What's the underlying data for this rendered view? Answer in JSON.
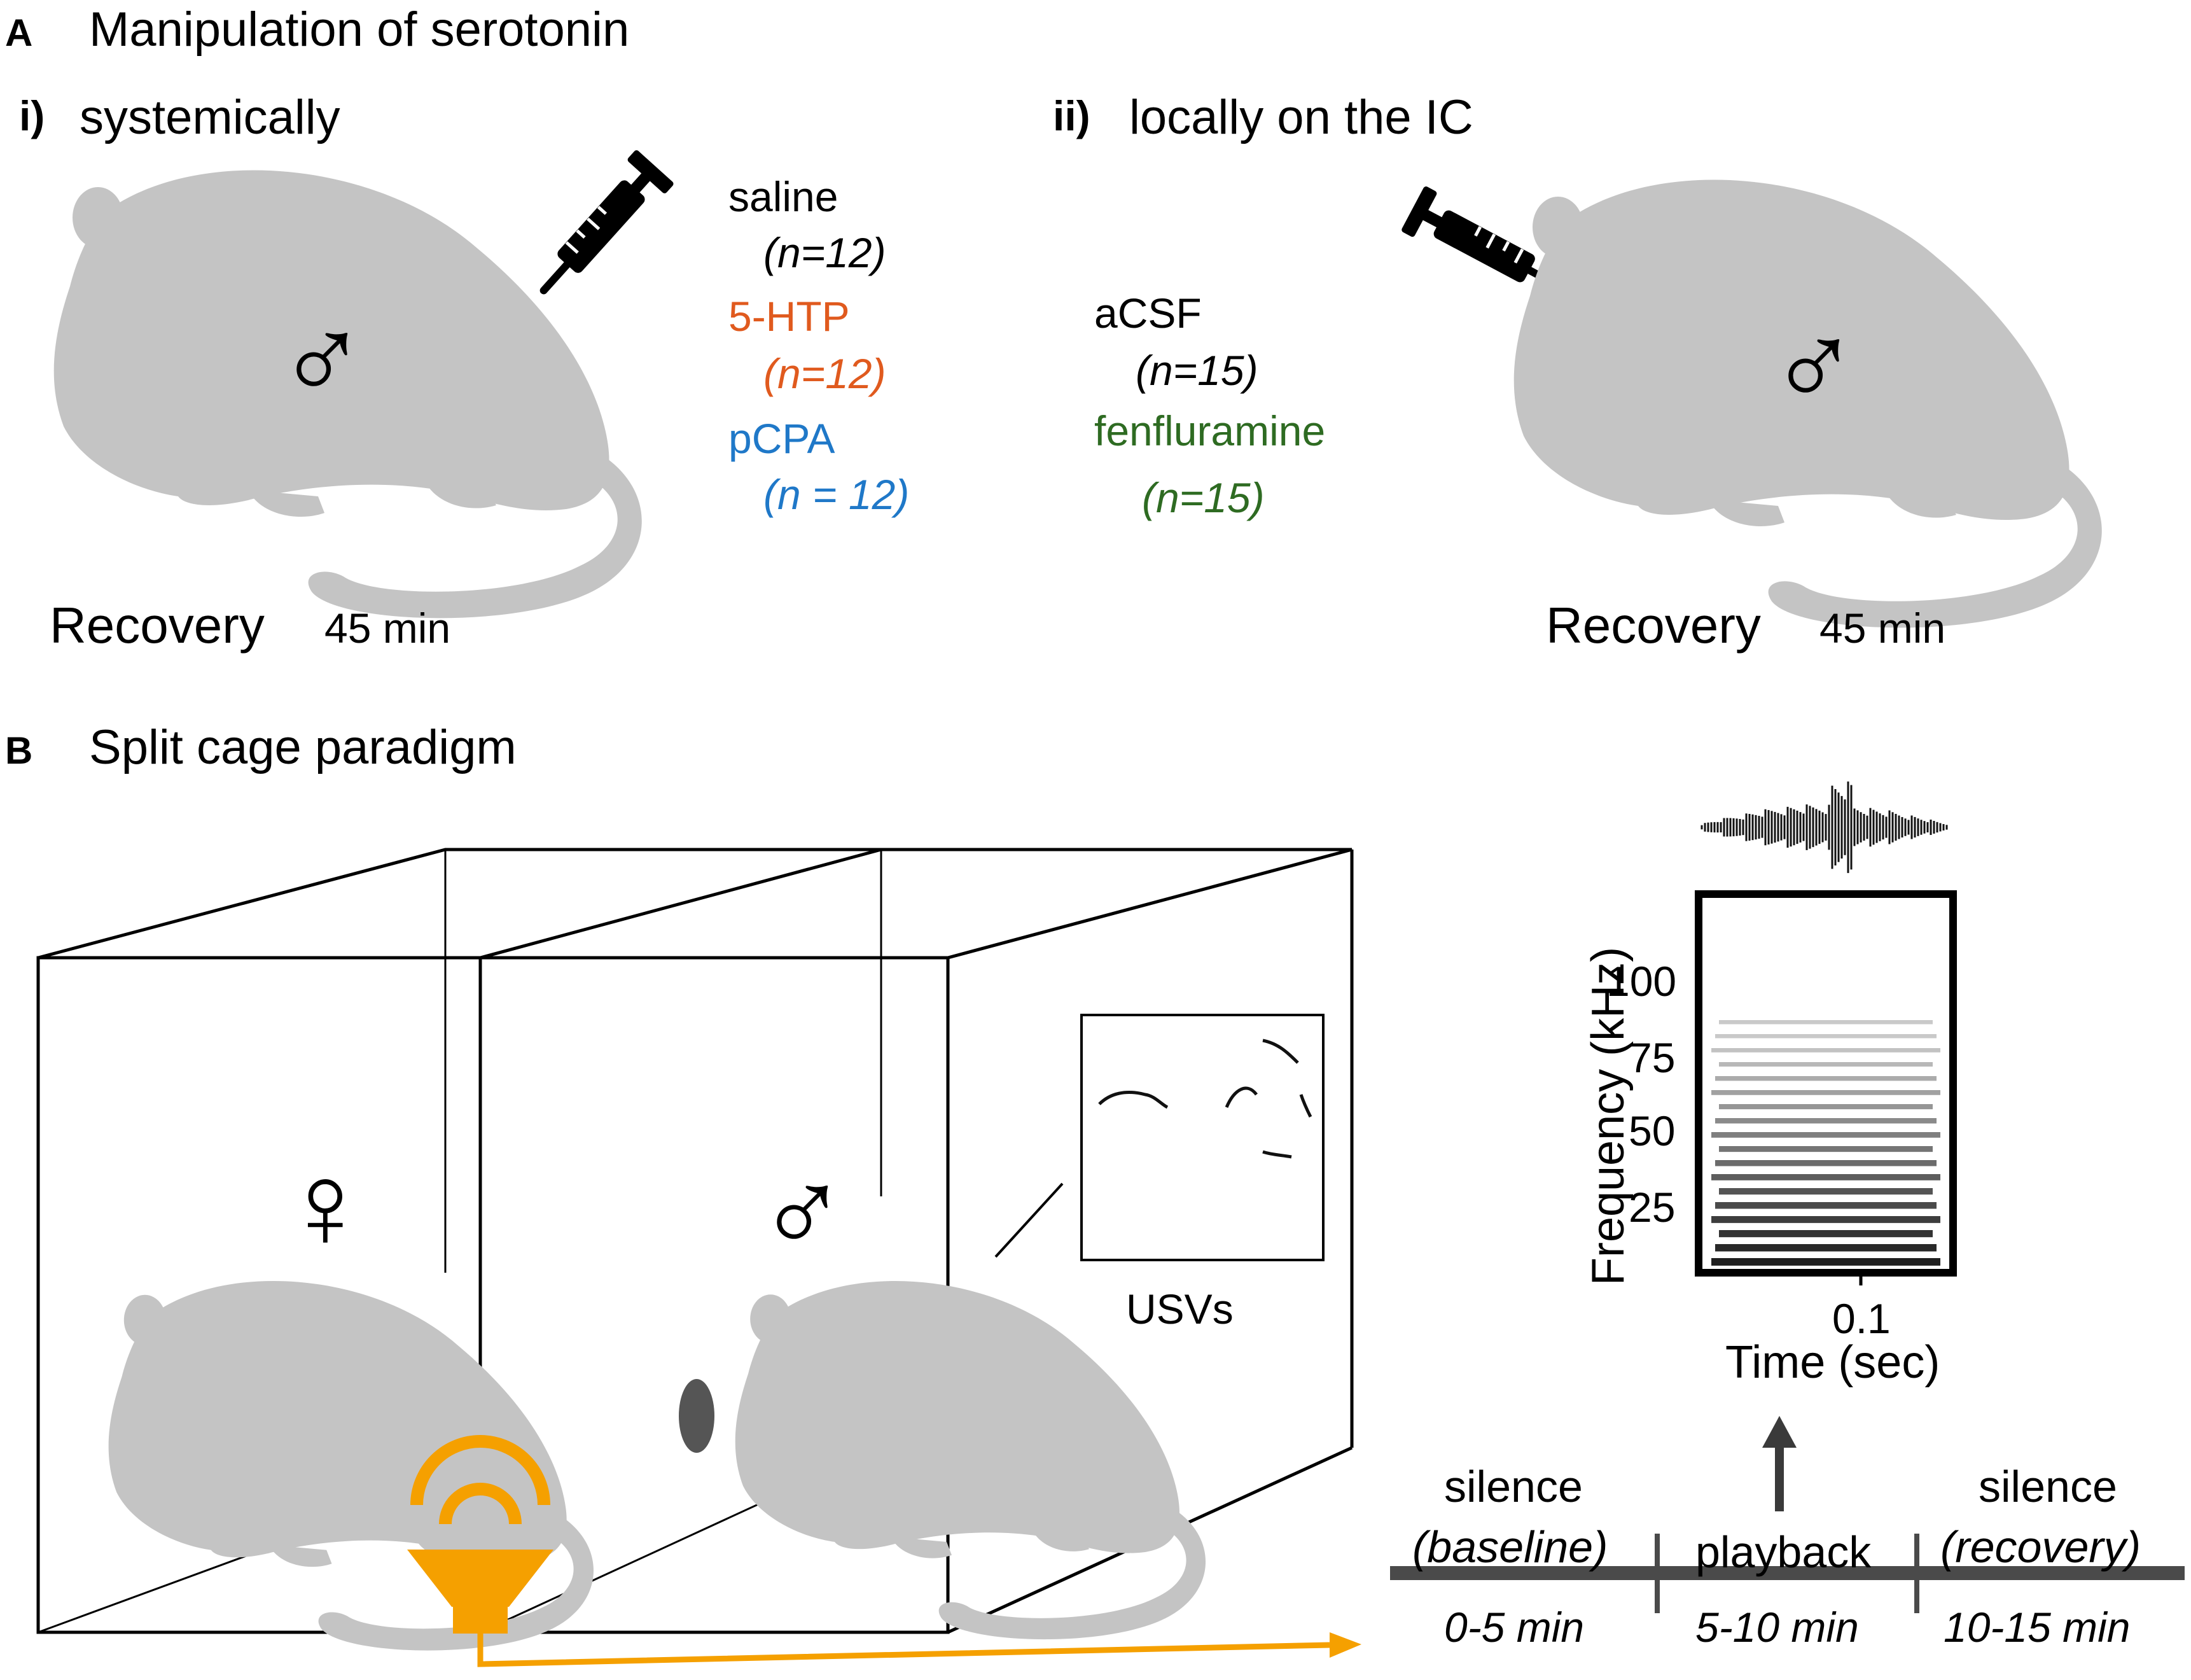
{
  "colors": {
    "mouse": "#c4c4c4",
    "black": "#000000",
    "hTP": "#e05a1e",
    "pCPA": "#1f78c8",
    "fenfluramine": "#2e6b22",
    "speaker": "#f5a000",
    "timeline": "#4a4a4a"
  },
  "panelA": {
    "letter": "A",
    "title": "Manipulation of serotonin",
    "sub_i": {
      "num": "i)",
      "text": "systemically"
    },
    "sub_ii": {
      "num": "ii)",
      "text": "locally on the IC"
    },
    "groups_i": [
      {
        "name": "saline",
        "n": "(n=12)"
      },
      {
        "name": "5-HTP",
        "n": "(n=12)"
      },
      {
        "name": "pCPA",
        "n": "(n = 12)"
      }
    ],
    "groups_ii": [
      {
        "name": "aCSF",
        "n": "(n=15)"
      },
      {
        "name": "fenfluramine",
        "n": "(n=15)"
      }
    ],
    "recovery_left": {
      "label": "Recovery",
      "time": "45 min"
    },
    "recovery_right": {
      "label": "Recovery",
      "time": "45 min"
    },
    "male_symbol": "♂",
    "icons": [
      "syringe-icon",
      "mouse-silhouette",
      "male-symbol-icon"
    ]
  },
  "panelB": {
    "letter": "B",
    "title": "Split cage paradigm",
    "female_symbol": "♀",
    "male_symbol": "♂",
    "usv_label": "USVs",
    "spectrogram": {
      "ylabel": "Frequency  (kHz)",
      "yticks": [
        "100",
        "75",
        "50",
        "25"
      ],
      "xtick": "0.1",
      "xlabel": "Time  (sec)"
    },
    "timeline": {
      "phases": [
        {
          "top": "silence",
          "sub": "(baseline)",
          "time": "0-5 min"
        },
        {
          "top": "",
          "sub": "playback",
          "time": "5-10 min"
        },
        {
          "top": "silence",
          "sub": "(recovery)",
          "time": "10-15 min"
        }
      ]
    },
    "icons": [
      "speaker-icon",
      "cage-diagram",
      "arrow-up-icon"
    ]
  }
}
